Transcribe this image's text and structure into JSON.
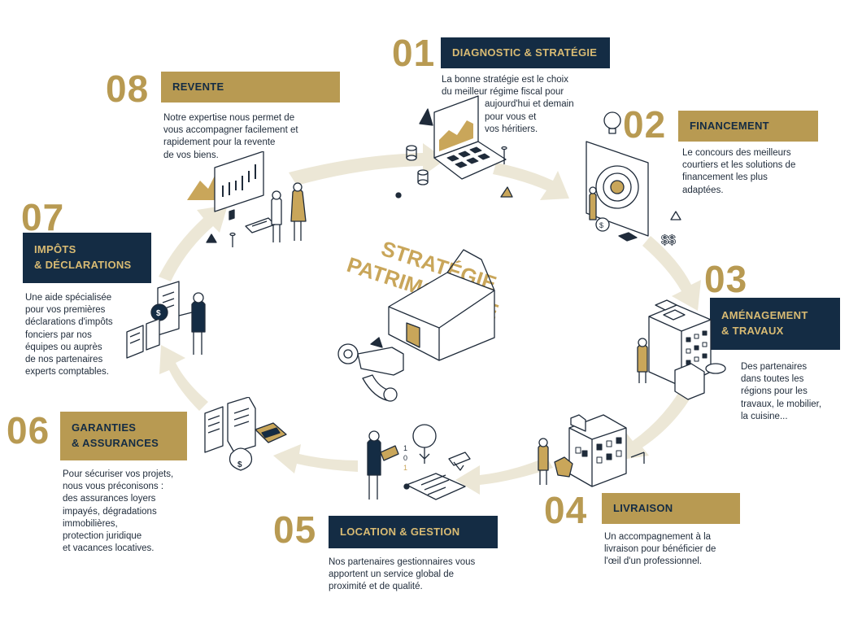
{
  "center": {
    "title_line1": "STRATÉGIE",
    "title_line2": "PATRIMONIALE"
  },
  "colors": {
    "gold": "#b89a52",
    "navy": "#142c44",
    "gold_text": "#d9bb73",
    "ring": "#ece7d6"
  },
  "steps": [
    {
      "number": "01",
      "label": "DIAGNOSTIC & STRATÉGIE",
      "label_style": "navy",
      "text": [
        "La bonne stratégie est le choix",
        "du meilleur régime fiscal pour",
        "aujourd'hui et demain",
        "pour vous  et",
        "vos héritiers."
      ]
    },
    {
      "number": "02",
      "label": "FINANCEMENT",
      "label_style": "gold",
      "text": [
        "Le concours des meilleurs",
        "courtiers et les solutions  de",
        "financement les plus",
        "adaptées."
      ]
    },
    {
      "number": "03",
      "label": "AMÉNAGEMENT",
      "label2": "& TRAVAUX",
      "label_style": "navy",
      "text": [
        "Des partenaires",
        "dans toutes les",
        "régions pour les",
        "travaux, le mobilier,",
        "la cuisine..."
      ]
    },
    {
      "number": "04",
      "label": "LIVRAISON",
      "label_style": "gold",
      "text": [
        "Un accompagnement à la",
        "livraison pour bénéficier de",
        "l'œil d'un professionnel."
      ]
    },
    {
      "number": "05",
      "label": "LOCATION & GESTION",
      "label_style": "navy",
      "text": [
        "Nos partenaires gestionnaires vous",
        "apportent un service global de",
        "proximité et de qualité."
      ]
    },
    {
      "number": "06",
      "label": "GARANTIES",
      "label2": "& ASSURANCES",
      "label_style": "gold",
      "text": [
        "Pour sécuriser vos projets,",
        "nous vous préconisons :",
        "des assurances loyers",
        "impayés, dégradations",
        "immobilières,",
        "protection juridique",
        "et vacances locatives."
      ]
    },
    {
      "number": "07",
      "label": "IMPÔTS",
      "label2": "& DÉCLARATIONS",
      "label_style": "navy",
      "text": [
        "Une aide spécialisée",
        "pour vos premières",
        "déclarations d'impôts",
        "fonciers par nos",
        "équipes ou auprès",
        "de nos partenaires",
        "experts comptables."
      ]
    },
    {
      "number": "08",
      "label": "REVENTE",
      "label_style": "gold",
      "text": [
        "Notre expertise nous permet de",
        "vous accompagner facilement et",
        "rapidement pour la revente",
        "de vos biens."
      ]
    }
  ],
  "icons": [
    "laptop-chart-icon",
    "lightbulb-target-icon",
    "building-works-icon",
    "house-delivery-icon",
    "rental-keys-icon",
    "insurance-documents-icon",
    "tax-declaration-icon",
    "resale-chart-icon",
    "house-key-icon"
  ]
}
